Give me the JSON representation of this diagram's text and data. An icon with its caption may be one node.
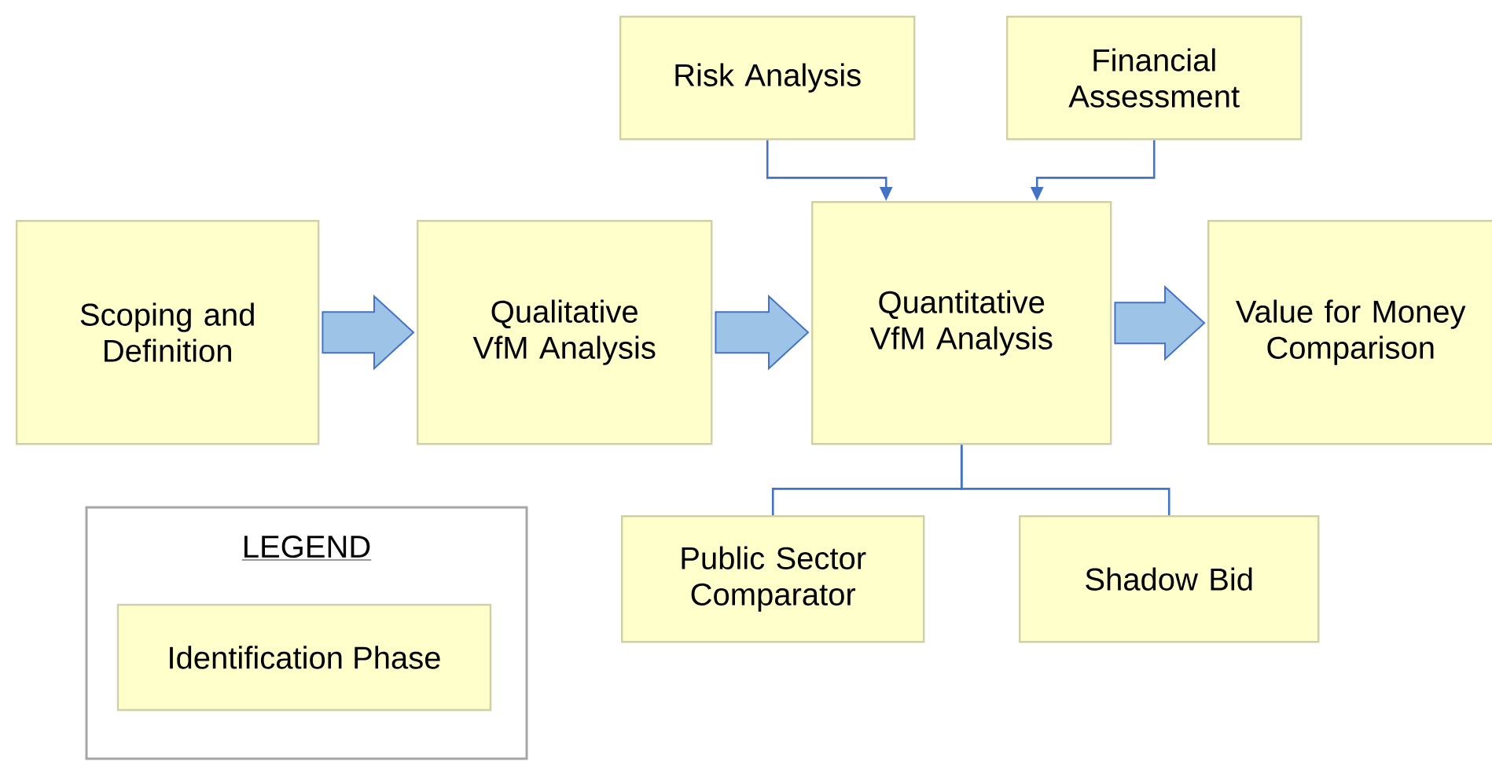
{
  "diagram": {
    "nodes": [
      {
        "text": [
          "Scoping and Definition"
        ]
      },
      {
        "text": [
          "Qualitative VfM Analysis"
        ]
      },
      {
        "text": [
          "Quantitative VfM Analysis"
        ]
      },
      {
        "text": [
          "Value for Money Comparison"
        ]
      },
      {
        "text": [
          "Risk Analysis"
        ]
      },
      {
        "text": [
          "Financial Assessment"
        ]
      },
      {
        "text": [
          "Public Sector Comparator"
        ]
      },
      {
        "text": [
          "Shadow Bid"
        ]
      }
    ],
    "edges": [
      {
        "from": 0,
        "to": 1,
        "arrow": "to",
        "style": "thick"
      },
      {
        "from": 1,
        "to": 2,
        "arrow": "to",
        "style": "thick"
      },
      {
        "from": 2,
        "to": 3,
        "arrow": "to",
        "style": "thick"
      },
      {
        "from": 4,
        "to": 2,
        "arrow": "to"
      },
      {
        "from": 5,
        "to": 2,
        "arrow": "to"
      },
      {
        "from": 2,
        "to": 6,
        "arrow": "none"
      },
      {
        "from": 2,
        "to": 7,
        "arrow": "none"
      }
    ],
    "labels": [
      "LEGEND"
    ],
    "legend": [
      {
        "text": "Identification Phase",
        "color": "#ffffcc"
      }
    ]
  }
}
